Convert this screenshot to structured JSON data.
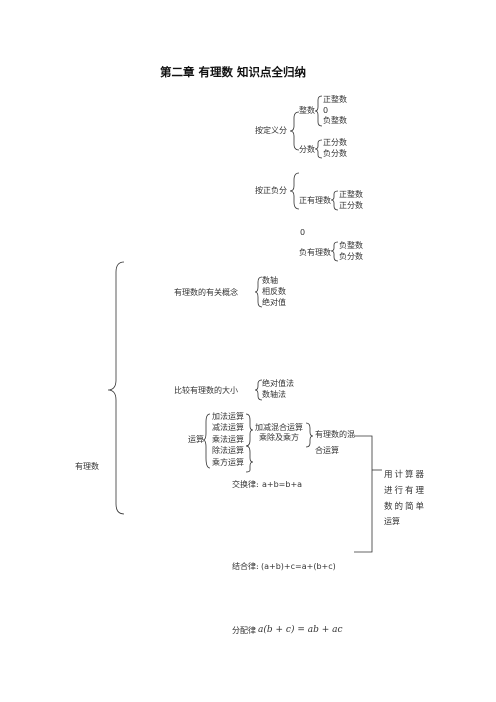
{
  "title": "第二章 有理数 知识点全归纳",
  "root": "有理数",
  "by_definition": {
    "label": "按定义分",
    "integer": "整数",
    "integer_items": [
      "正整数",
      "0",
      "负整数"
    ],
    "fraction": "分数",
    "fraction_items": [
      "正分数",
      "负分数"
    ]
  },
  "by_sign": {
    "label": "按正负分",
    "positive": "正有理数",
    "positive_items": [
      "正整数",
      "正分数"
    ],
    "zero": "0",
    "negative": "负有理数",
    "negative_items": [
      "负整数",
      "负分数"
    ]
  },
  "concepts": {
    "label": "有理数的有关概念",
    "items": [
      "数轴",
      "相反数",
      "绝对值"
    ]
  },
  "compare": {
    "label": "比较有理数的大小",
    "items": [
      "绝对值法",
      "数轴法"
    ]
  },
  "operations": {
    "label": "运算",
    "items": [
      "加法运算",
      "减法运算",
      "乘法运算",
      "除法运算",
      "乘方运算"
    ],
    "mixed": [
      "加减混合运算",
      "乘除及乘方"
    ],
    "mixed_result_line1": "有理数的混",
    "mixed_result_line2": "合运算"
  },
  "calculator_note": [
    "用计算器",
    "进行有理",
    "数的简单",
    "运算"
  ],
  "laws": {
    "commutative_label": "交换律:",
    "commutative": "a+b=b+a",
    "associative_label": "结合律:",
    "associative": "(a+b)+c=a+(b+c)",
    "distributive_label": "分配律",
    "distributive": "a(b + c) = ab + ac"
  }
}
